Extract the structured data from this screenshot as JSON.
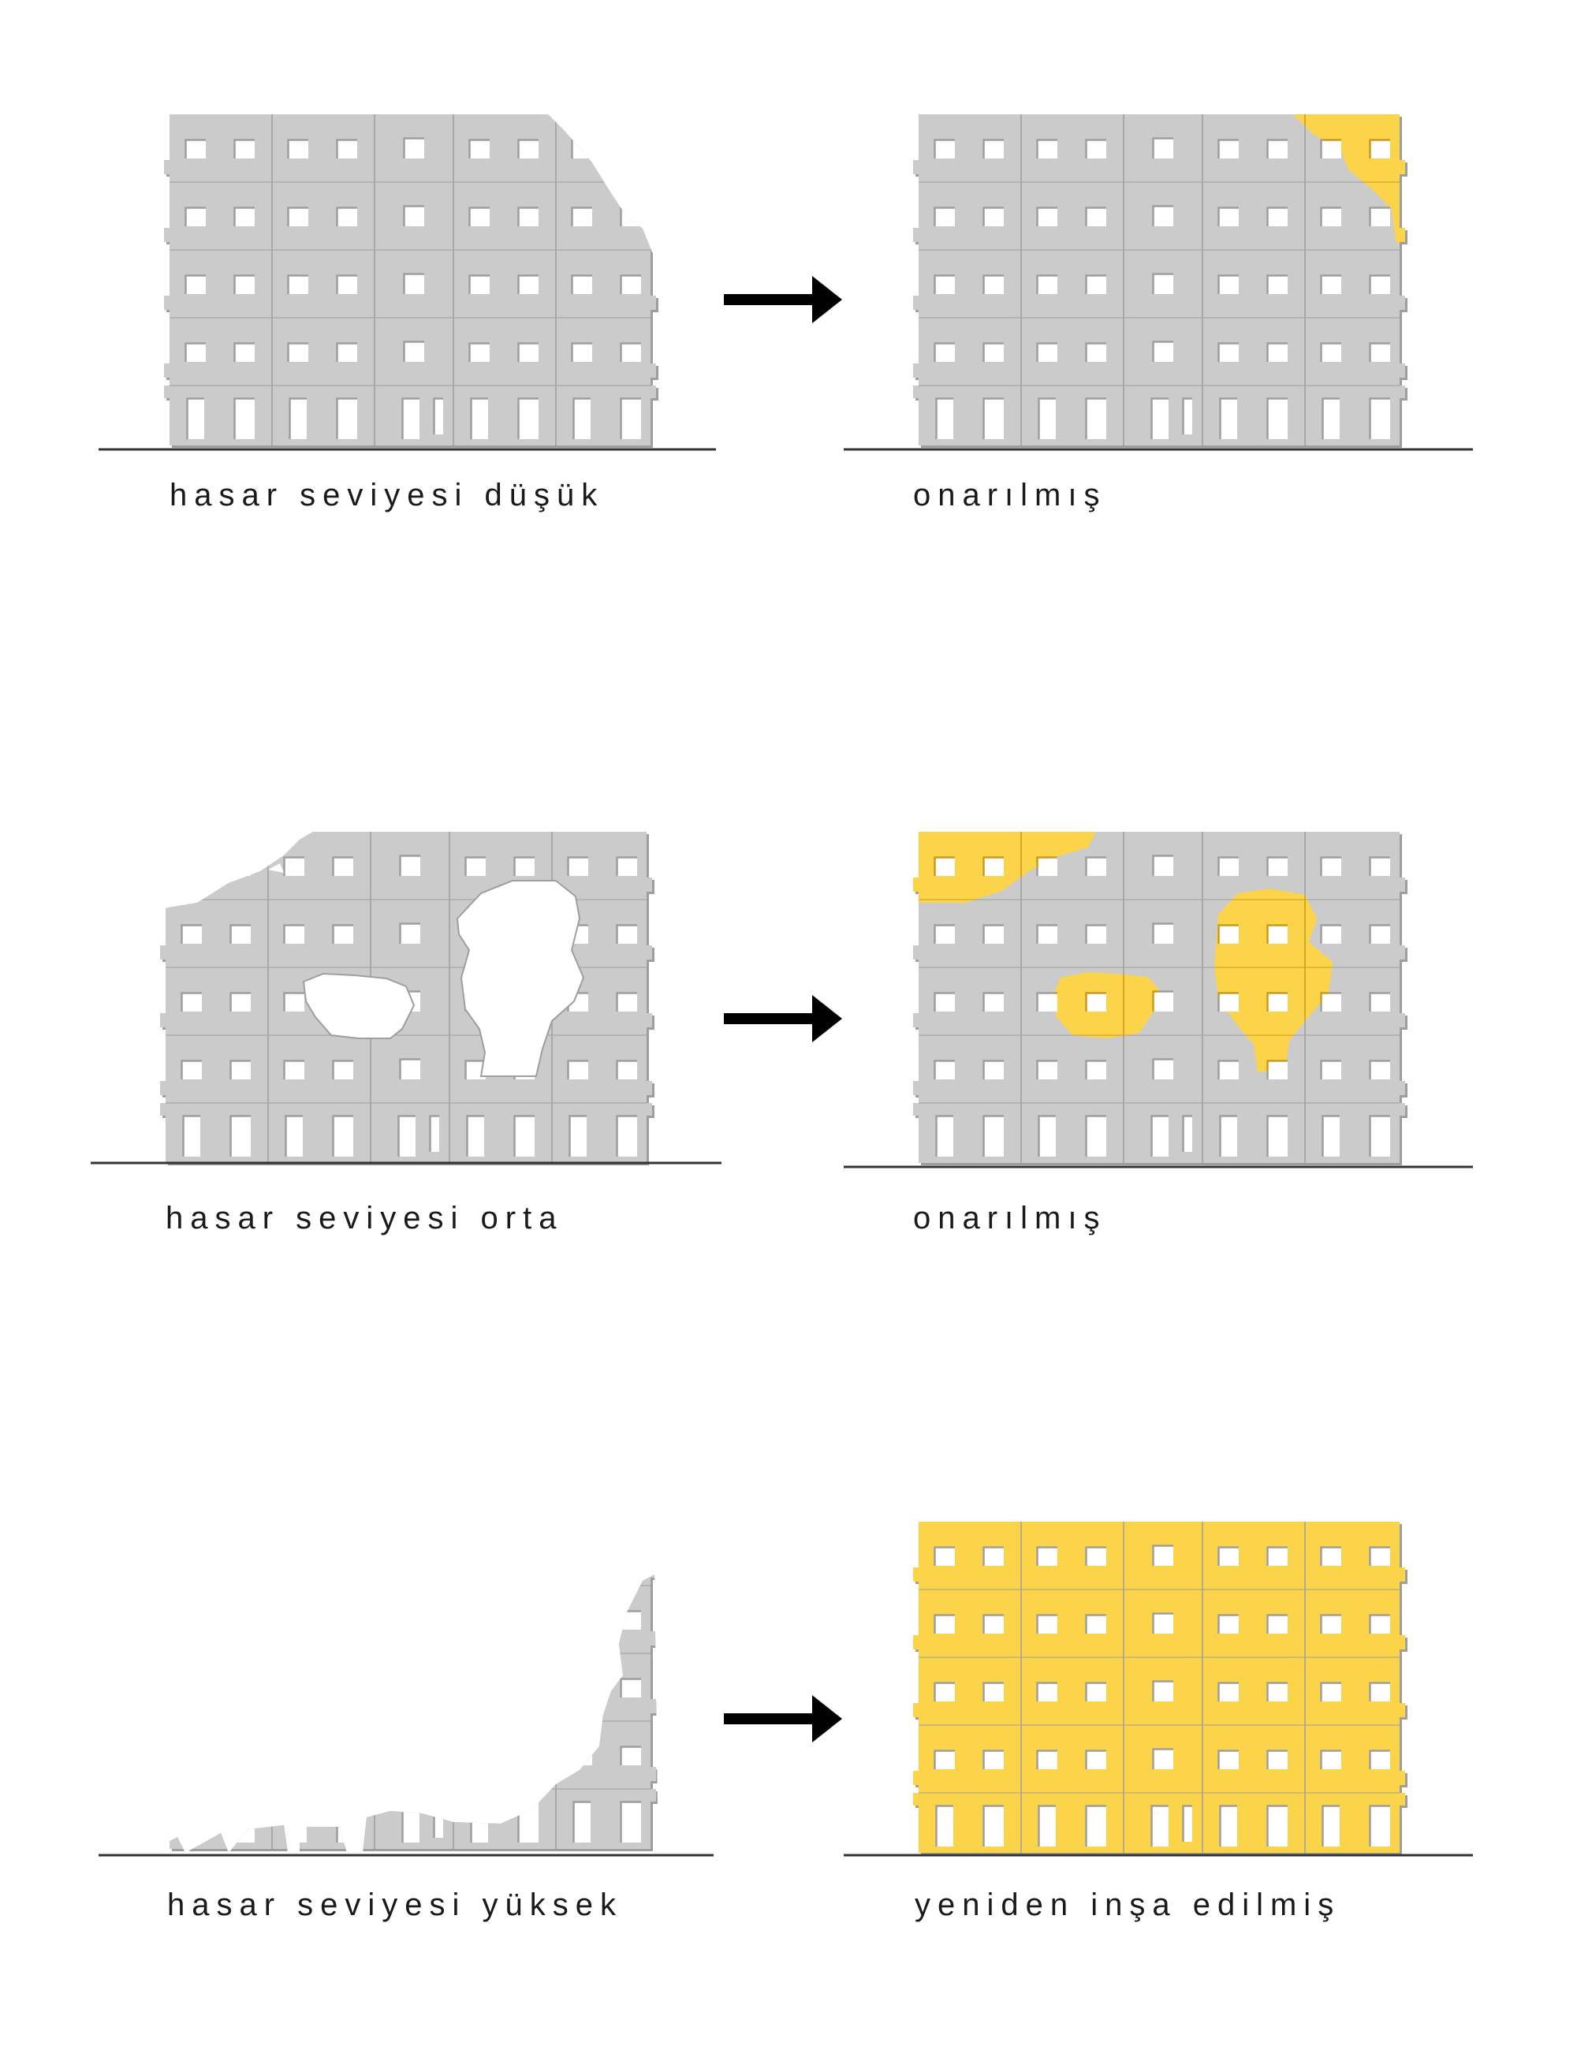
{
  "colors": {
    "wall": "#cbcbcb",
    "shadow": "#9e9e9e",
    "repair": "#fcd44a",
    "ground": "#333333",
    "arrow": "#000000",
    "window": "#ffffff"
  },
  "rows": [
    {
      "before_label": "hasar seviyesi düşük",
      "after_label": "onarılmış"
    },
    {
      "before_label": "hasar seviyesi orta",
      "after_label": "onarılmış"
    },
    {
      "before_label": "hasar seviyesi yüksek",
      "after_label": "yeniden inşa edilmiş"
    }
  ]
}
